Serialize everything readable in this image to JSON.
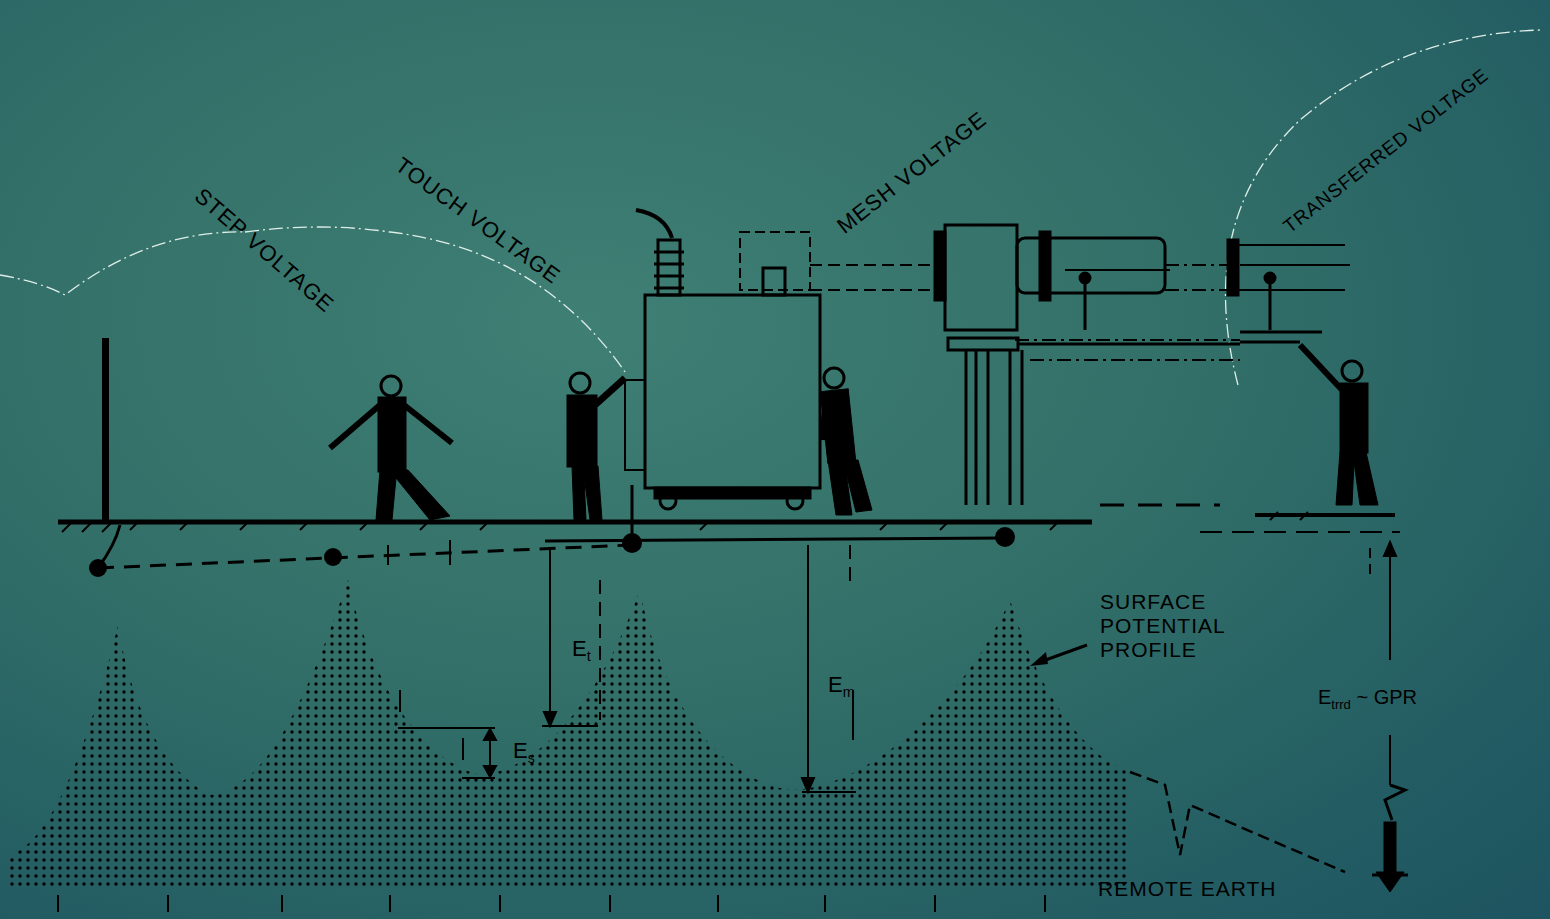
{
  "diagram": {
    "labels": [
      "STEP VOLTAGE",
      "TOUCH VOLTAGE",
      "MESH VOLTAGE",
      "TRANSFERRED VOLTAGE",
      "Et",
      "Es",
      "Em",
      "SURFACE POTENTIAL PROFILE",
      "Etrrd ~ GPR",
      "REMOTE EARTH"
    ]
  }
}
